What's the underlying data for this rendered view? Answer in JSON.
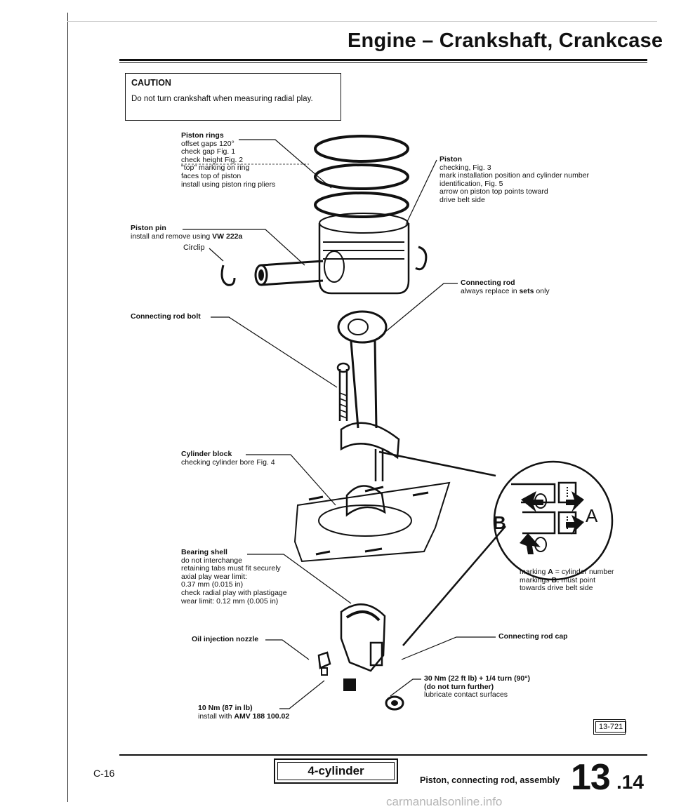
{
  "header": {
    "title": "Engine – Crankshaft, Crankcase"
  },
  "caution": {
    "title": "CAUTION",
    "text": "Do not turn crankshaft when measuring radial play."
  },
  "labels": {
    "piston_rings": {
      "title": "Piston rings",
      "lines": [
        "offset gaps 120°",
        "check gap Fig. 1",
        "check height Fig. 2",
        "\"top\" marking on ring",
        "faces top of piston",
        "install using piston ring pliers"
      ]
    },
    "piston_pin": {
      "title": "Piston pin",
      "text": "install and remove using",
      "tool": "VW 222a"
    },
    "circlip": {
      "title": "Circlip"
    },
    "connecting_rod_bolt": {
      "title": "Connecting rod bolt"
    },
    "piston": {
      "title": "Piston",
      "lines": [
        "checking, Fig. 3",
        "mark installation position and cylinder number",
        "identification, Fig. 5",
        "arrow on piston top points toward",
        "drive belt side"
      ]
    },
    "connecting_rod": {
      "title": "Connecting rod",
      "text_pre": "always replace in",
      "text_bold": "sets",
      "text_post": "only"
    },
    "cylinder_block": {
      "title": "Cylinder block",
      "text": "checking cylinder bore Fig. 4"
    },
    "bearing_shell": {
      "title": "Bearing shell",
      "lines": [
        "do not interchange",
        "retaining tabs must fit securely",
        "axial play wear limit:",
        "0.37 mm (0.015 in)",
        "check radial play with plastigage",
        "wear limit: 0.12 mm (0.005 in)"
      ]
    },
    "marking": {
      "line1_pre": "marking",
      "line1_key": "A",
      "line1_post": "= cylinder number",
      "line2_pre": "markings",
      "line2_key": "B:",
      "line2_post": "must point",
      "line3": "towards drive belt side"
    },
    "inset_letters": {
      "a": "A",
      "b": "B"
    },
    "oil_nozzle": {
      "title": "Oil injection nozzle"
    },
    "torque_nozzle": {
      "title": "10 Nm (87 in lb)",
      "text": "install with",
      "tool": "AMV 188 100.02"
    },
    "connecting_rod_cap": {
      "title": "Connecting rod cap"
    },
    "torque_cap": {
      "line1": "30 Nm (22 ft lb) + 1/4 turn (90°)",
      "line2": "(do not turn further)",
      "line3": "lubricate contact surfaces"
    }
  },
  "figure_id": "13-721",
  "footer": {
    "page": "C-16",
    "box": "4-cylinder",
    "title": "Piston, connecting rod, assembly",
    "section": "13",
    "subsection": ".14"
  },
  "watermark": "carmanualsonline.info",
  "colors": {
    "ink": "#111111",
    "watermark": "#b5b5b5"
  }
}
